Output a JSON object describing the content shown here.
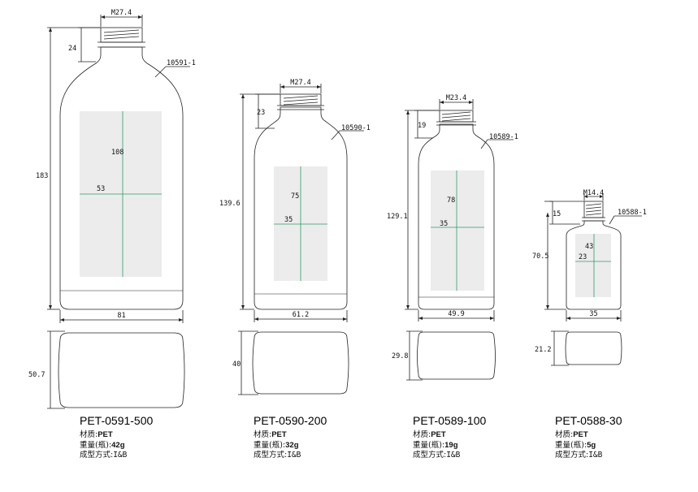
{
  "labels": {
    "material": "材质:",
    "weight": "重量(瓶):",
    "process": "成型方式:"
  },
  "bottles": [
    {
      "model": "PET-0591-500",
      "material": "PET",
      "weight": "42g",
      "process": "I&B",
      "part_no": "10591-1",
      "neck": "M27.4",
      "neck_height": "24",
      "height": "183",
      "width": "81",
      "depth": "50.7",
      "label_height": "108",
      "label_width": "53"
    },
    {
      "model": "PET-0590-200",
      "material": "PET",
      "weight": "32g",
      "process": "I&B",
      "part_no": "10590-1",
      "neck": "M27.4",
      "neck_height": "23",
      "height": "139.6",
      "width": "61.2",
      "depth": "40",
      "label_height": "75",
      "label_width": "35"
    },
    {
      "model": "PET-0589-100",
      "material": "PET",
      "weight": "19g",
      "process": "I&B",
      "part_no": "10589-1",
      "neck": "M23.4",
      "neck_height": "19",
      "height": "129.1",
      "width": "49.9",
      "depth": "29.8",
      "label_height": "78",
      "label_width": "35"
    },
    {
      "model": "PET-0588-30",
      "material": "PET",
      "weight": "5g",
      "process": "I&B",
      "part_no": "10588-1",
      "neck": "M14.4",
      "neck_height": "15",
      "height": "70.5",
      "width": "35",
      "depth": "21.2",
      "label_height": "43",
      "label_width": "23"
    }
  ]
}
